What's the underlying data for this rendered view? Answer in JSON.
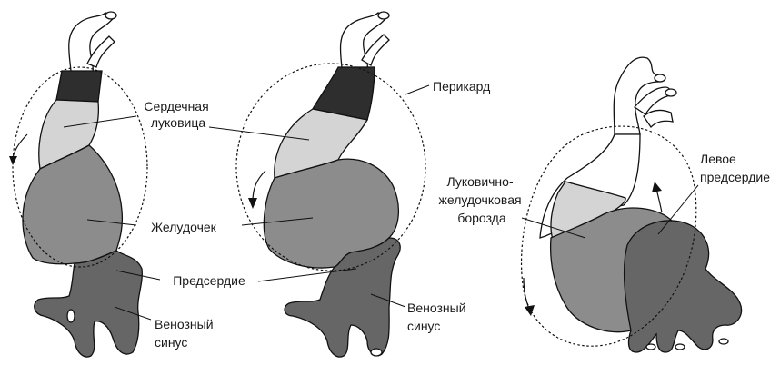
{
  "labels": {
    "bulbus": "Сердечная луковица",
    "ventricle": "Желудочек",
    "atrium": "Предсердие",
    "sinus_1": "Венозный синус",
    "sinus_2": "Венозный синус",
    "pericardium": "Перикард",
    "groove": "Луковично-желудочковая борозда",
    "left_atrium": "Левое предсердие"
  },
  "label_lines": {
    "bulbus": [
      "Сердечная",
      "луковица"
    ],
    "ventricle": [
      "Желудочек"
    ],
    "atrium": [
      "Предсердие"
    ],
    "sinus_1": [
      "Венозный",
      "синус"
    ],
    "sinus_2": [
      "Венозный",
      "синус"
    ],
    "pericardium": [
      "Перикард"
    ],
    "groove": [
      "Луковично-",
      "желудочковая",
      "борозда"
    ],
    "left_atrium": [
      "Левое",
      "предсердие"
    ]
  },
  "colors": {
    "bulbus_dark": "#2e2e2e",
    "bulbus_light": "#d4d4d4",
    "ventricle": "#8c8c8c",
    "atrium_sinus": "#666666"
  },
  "stages": [
    "stage-1-straight-tube",
    "stage-2-looping",
    "stage-3-looped-heart"
  ]
}
